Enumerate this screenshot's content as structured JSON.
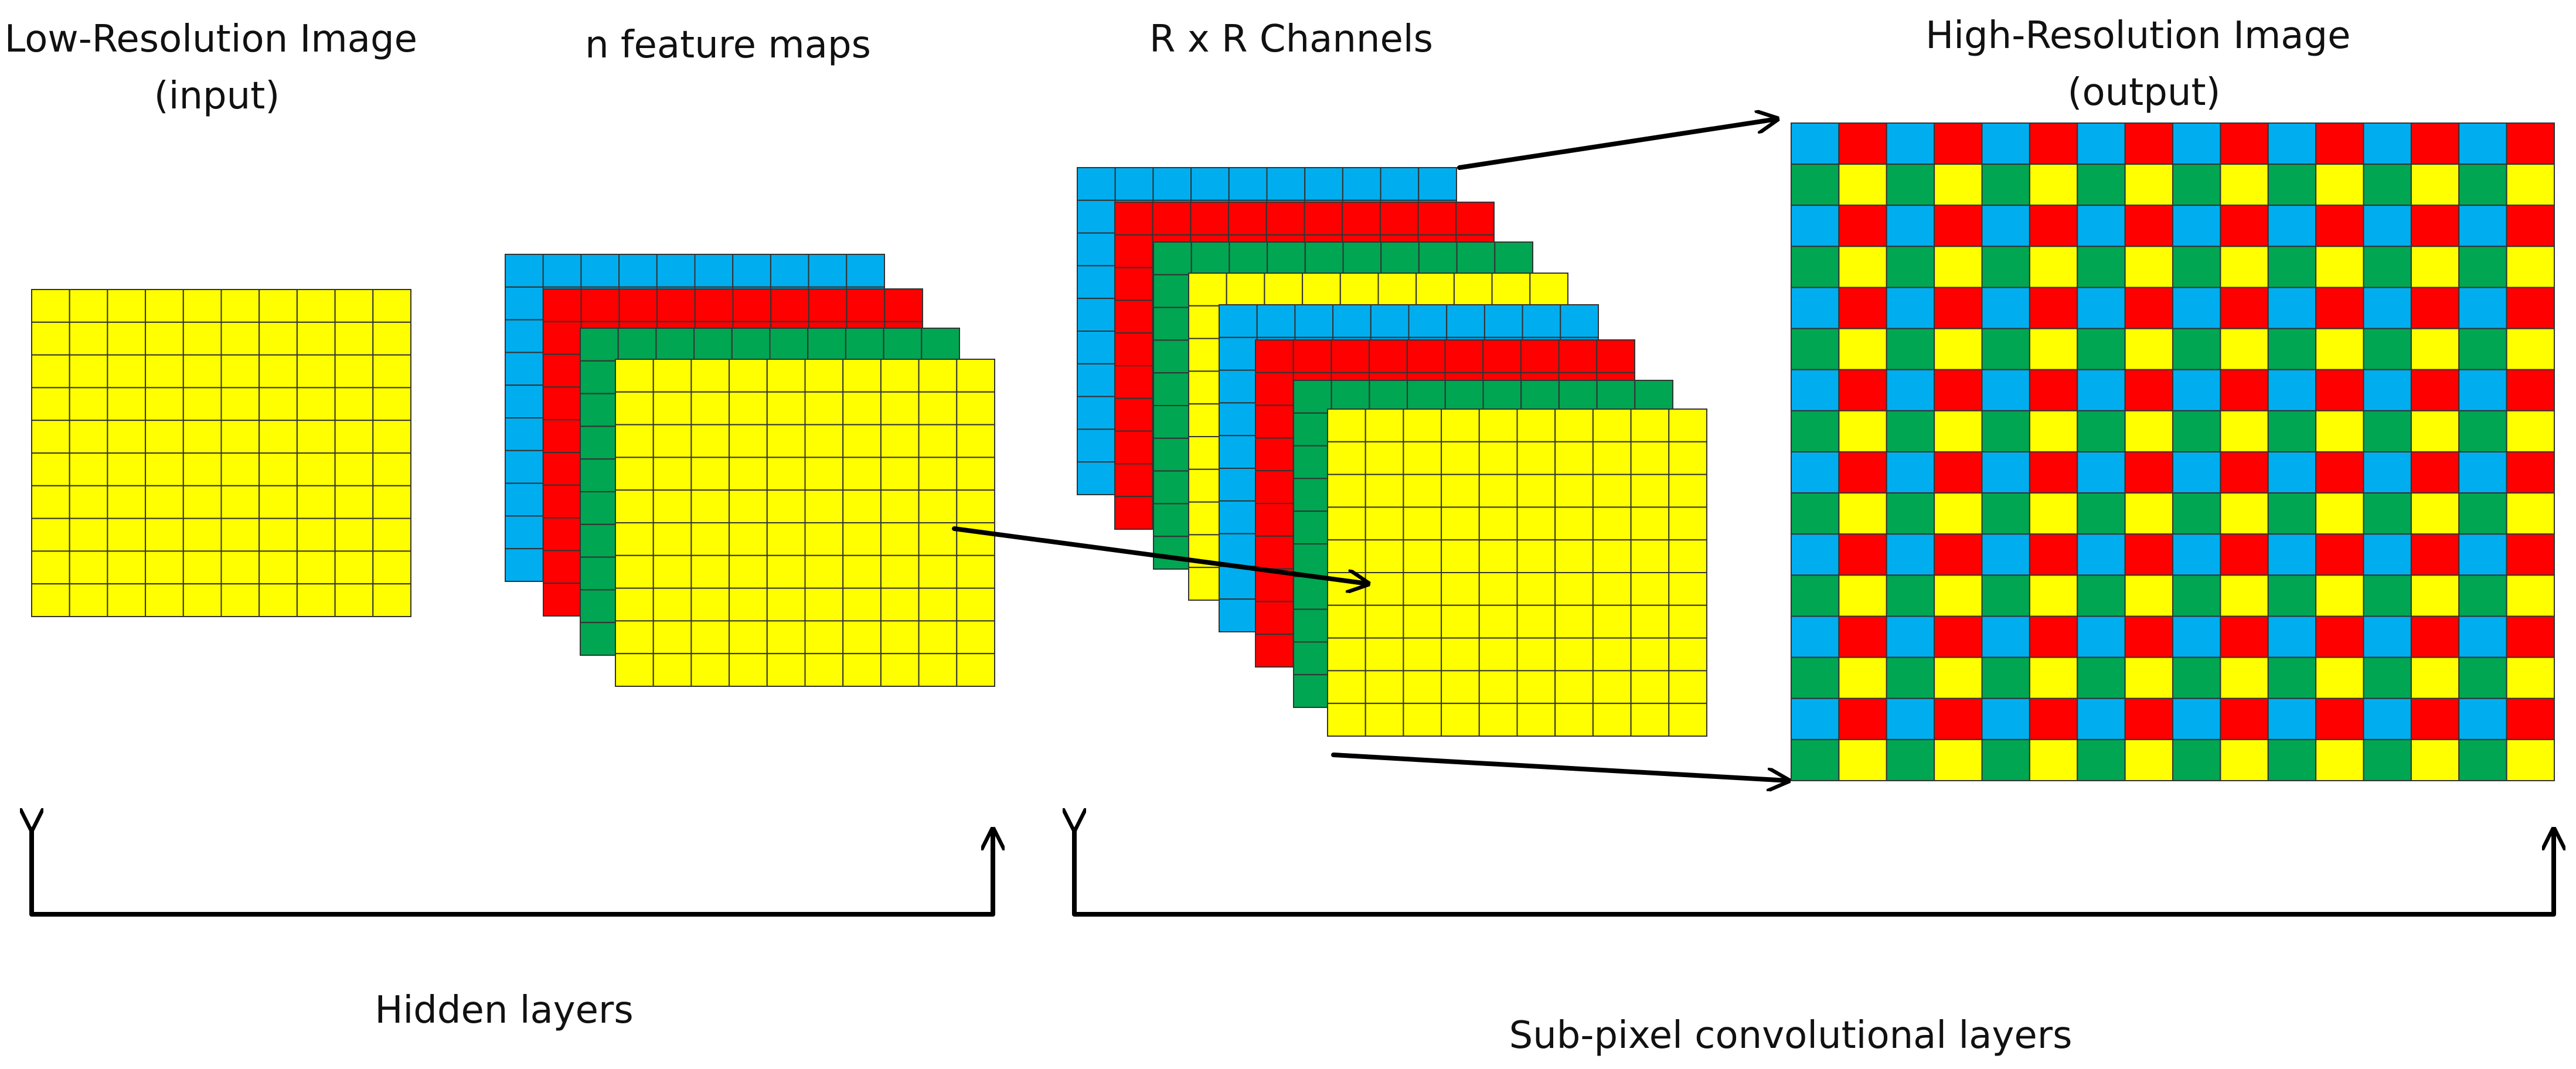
{
  "labels": {
    "low_res": [
      "Low-Resolution Image",
      "(input)"
    ],
    "feature_maps": "n feature maps",
    "channels": "R x R Channels",
    "high_res": [
      "High-Resolution Image",
      "(output)"
    ],
    "hidden": "Hidden layers",
    "subpixel": "Sub-pixel convolutional layers"
  },
  "colors": {
    "blue": "#00aeef",
    "red": "#ff0000",
    "green": "#00a651",
    "yellow": "#ffff00"
  },
  "grids": {
    "input": {
      "cols": 10,
      "rows": 10,
      "color": "yellow"
    },
    "feature_maps": {
      "cols": 10,
      "rows": 10,
      "layer_colors": [
        "blue",
        "red",
        "green",
        "yellow"
      ]
    },
    "channels": {
      "cols": 10,
      "rows": 10,
      "layer_colors": [
        "blue",
        "red",
        "green",
        "yellow",
        "blue",
        "red",
        "green",
        "yellow"
      ]
    },
    "output": {
      "cols": 16,
      "rows": 16,
      "pattern_rows": [
        [
          "blue",
          "red"
        ],
        [
          "green",
          "yellow"
        ]
      ]
    }
  }
}
